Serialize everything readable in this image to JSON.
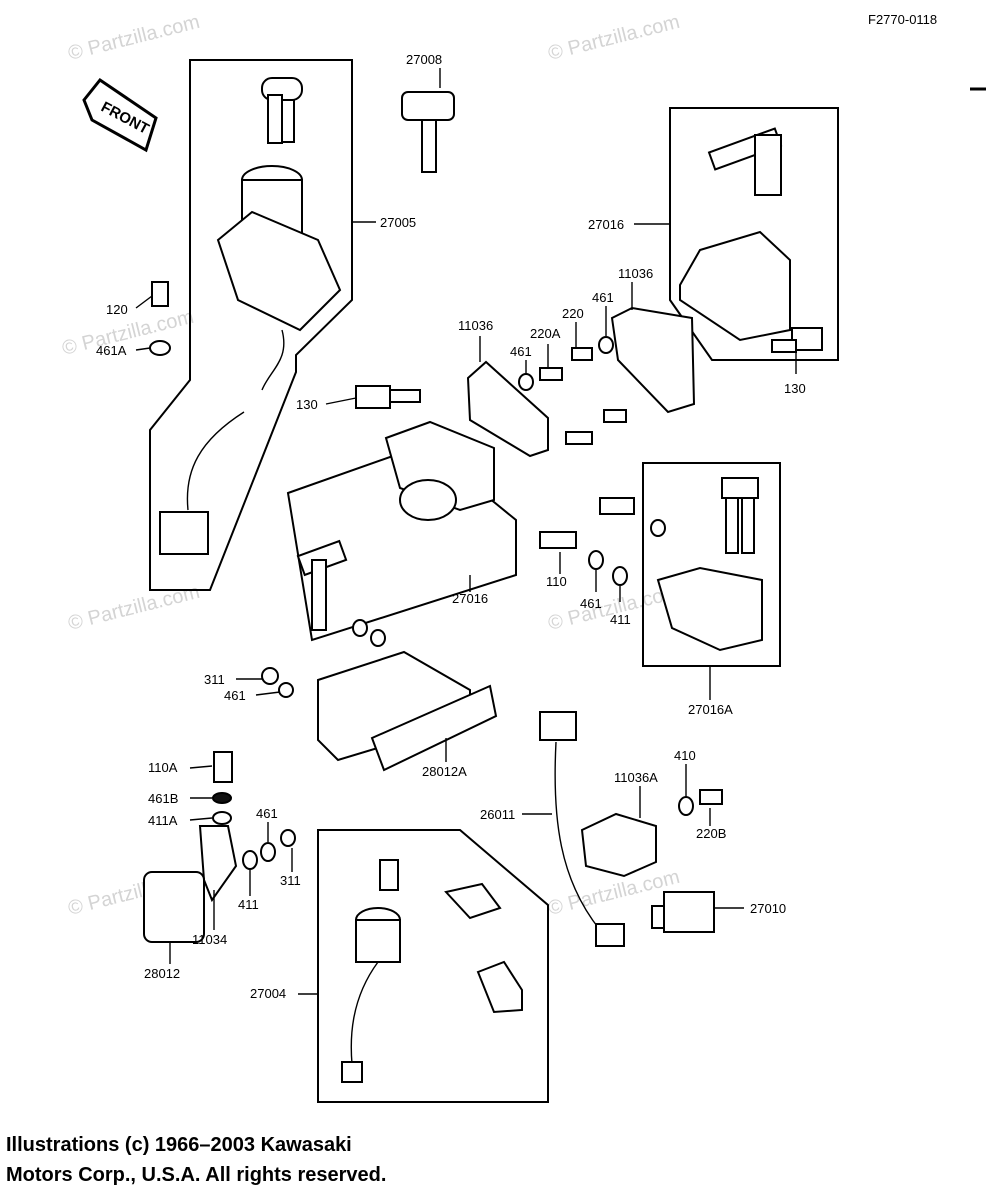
{
  "code": "F2770-0118",
  "direction": "FRONT",
  "watermark": "© Partzilla.com",
  "parts": {
    "p27008": "27008",
    "p27005": "27005",
    "p27016_a": "27016",
    "p27016_b": "27016",
    "p27016A": "27016A",
    "p11036_a": "11036",
    "p11036_b": "11036",
    "p120": "120",
    "p461A": "461A",
    "p130_a": "130",
    "p130_b": "130",
    "p461_a": "461",
    "p220A": "220A",
    "p220": "220",
    "p461_b": "461",
    "p110": "110",
    "p461_c": "461",
    "p411": "411",
    "p311_a": "311",
    "p461_d": "461",
    "p28012A": "28012A",
    "p110A": "110A",
    "p461B": "461B",
    "p411A": "411A",
    "p461_e": "461",
    "p311_b": "311",
    "p411_b": "411",
    "p11034": "11034",
    "p28012": "28012",
    "p27004": "27004",
    "p26011": "26011",
    "p410": "410",
    "p11036A": "11036A",
    "p220B": "220B",
    "p27010": "27010"
  },
  "copyright": "Illustrations (c) 1966–2003 Kawasaki\nMotors Corp., U.S.A.  All rights reserved."
}
